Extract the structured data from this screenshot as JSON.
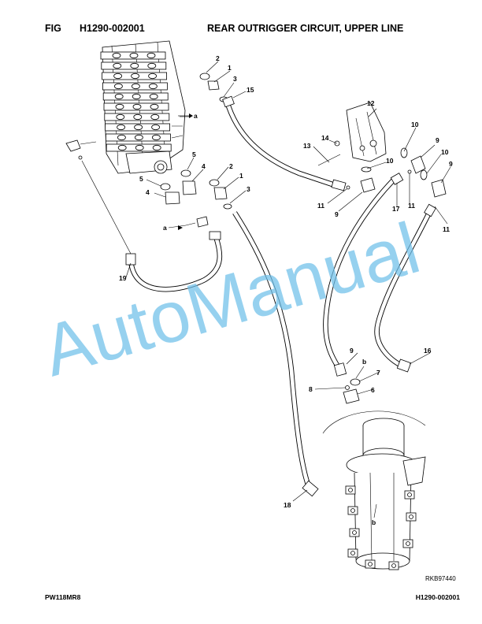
{
  "header": {
    "fig_label": "FIG",
    "fig_number": "H1290-002001",
    "title": "REAR OUTRIGGER CIRCUIT, UPPER LINE"
  },
  "footer": {
    "model": "PW118MR8",
    "page_code": "H1290-002001"
  },
  "diagram": {
    "drawing_code": "RKB97440",
    "watermark": "AutoManual",
    "watermark_color": "#6fc0ea",
    "callouts": {
      "c1": "1",
      "c2": "2",
      "c3": "3",
      "c1b": "1",
      "c2b": "2",
      "c3b": "3",
      "c4a": "4",
      "c4b": "4",
      "c5a": "5",
      "c5b": "5",
      "c5c": "5",
      "c6": "6",
      "c7": "7",
      "c8": "8",
      "c9a": "9",
      "c9b": "9",
      "c9c": "9",
      "c9d": "9",
      "c10a": "10",
      "c10b": "10",
      "c10c": "10",
      "c11a": "11",
      "c11b": "11",
      "c11c": "11",
      "c12": "12",
      "c13": "13",
      "c14": "14",
      "c15": "15",
      "c16": "16",
      "c17": "17",
      "c18": "18",
      "c19": "19"
    },
    "refs": {
      "a1": "a",
      "a2": "a",
      "b1": "b",
      "b2": "b"
    }
  }
}
